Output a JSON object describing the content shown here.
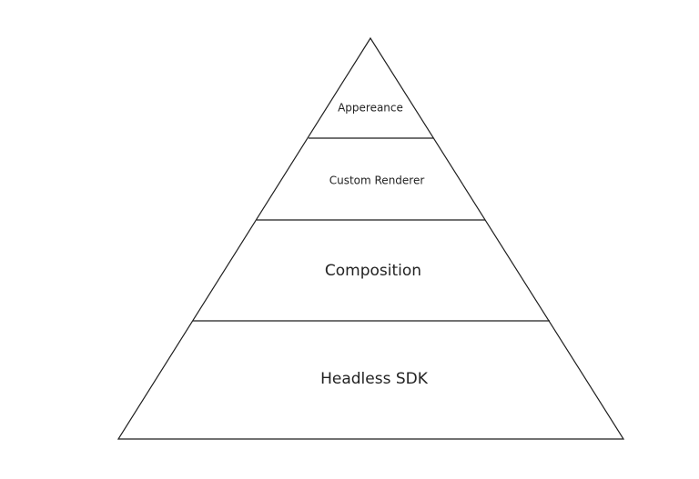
{
  "diagram": {
    "layers": [
      {
        "label": "Appereance"
      },
      {
        "label": "Custom Renderer"
      },
      {
        "label": "Composition"
      },
      {
        "label": "Headless SDK"
      }
    ],
    "colors": {
      "stroke": "#1f1f1f",
      "text": "#222222",
      "background": "#ffffff"
    }
  }
}
